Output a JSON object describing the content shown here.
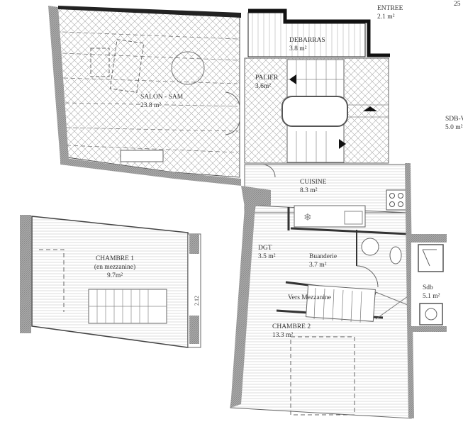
{
  "plan": {
    "corner_number": "25",
    "dimension_mezzanine": "2.12",
    "rooms": {
      "entree": {
        "name": "ENTREE",
        "area": "2.1 m²"
      },
      "debarras": {
        "name": "DEBARRAS",
        "area": "3.8 m²"
      },
      "palier": {
        "name": "PALIER",
        "area": "3.6m²"
      },
      "salon": {
        "name": "SALON - SAM",
        "area": "23.8 m²"
      },
      "sdbv": {
        "name": "SDB-V",
        "area": "5.0 m²"
      },
      "cuisine": {
        "name": "CUISINE",
        "area": "8.3 m²"
      },
      "chambre1": {
        "name": "CHAMBRE 1",
        "note": "(en mezzanine)",
        "area": "9.7m²"
      },
      "dgt": {
        "name": "DGT",
        "area": "3.5 m²"
      },
      "buanderie": {
        "name": "Buanderie",
        "area": "3.7 m²"
      },
      "vers_mezzanine": {
        "name": "Vers Mezzanine"
      },
      "sdb": {
        "name": "Sdb",
        "area": "5.1 m²"
      },
      "chambre2": {
        "name": "CHAMBRE 2",
        "area": "13.3 m²"
      }
    },
    "colors": {
      "wall": "#8a8a8a",
      "outer_wall": "#111111",
      "hatch": "#9a9a9a"
    }
  }
}
